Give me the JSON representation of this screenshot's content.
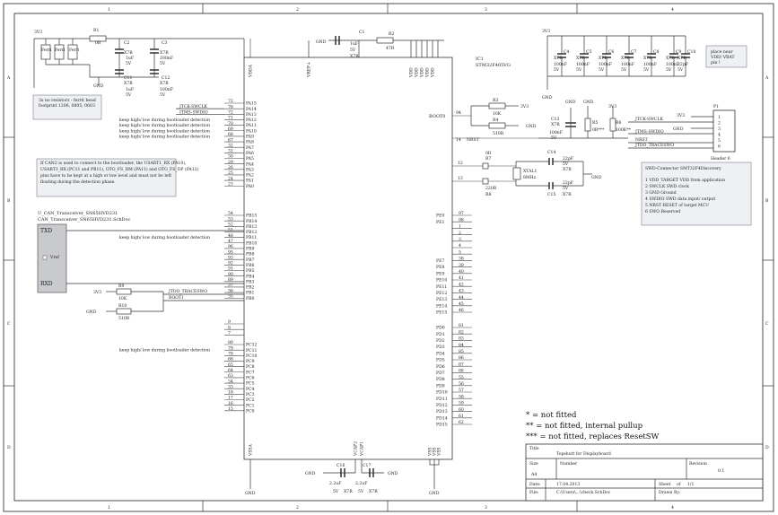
{
  "frame": {
    "columns": [
      "1",
      "2",
      "3",
      "4"
    ],
    "rows": [
      "A",
      "B",
      "C",
      "D"
    ]
  },
  "mcu": {
    "designator": "IC1",
    "part": "STM32F405VG",
    "left_pins": [
      {
        "num": "72",
        "name": "PA15"
      },
      {
        "num": "76",
        "name": "PA14"
      },
      {
        "num": "72",
        "name": "PA13"
      },
      {
        "num": "71",
        "name": "PA12"
      },
      {
        "num": "70",
        "name": "PA11"
      },
      {
        "num": "69",
        "name": "PA10"
      },
      {
        "num": "68",
        "name": "PA9"
      },
      {
        "num": "67",
        "name": "PA8"
      },
      {
        "num": "32",
        "name": "PA7"
      },
      {
        "num": "31",
        "name": "PA6"
      },
      {
        "num": "30",
        "name": "PA5"
      },
      {
        "num": "29",
        "name": "PA4"
      },
      {
        "num": "26",
        "name": "PA3"
      },
      {
        "num": "25",
        "name": "PA2"
      },
      {
        "num": "24",
        "name": "PA1"
      },
      {
        "num": "23",
        "name": "PA0"
      },
      {
        "num": "54",
        "name": "PB15"
      },
      {
        "num": "53",
        "name": "PB14"
      },
      {
        "num": "52",
        "name": "PB13"
      },
      {
        "num": "51",
        "name": "PB12"
      },
      {
        "num": "48",
        "name": "PB11"
      },
      {
        "num": "47",
        "name": "PB10"
      },
      {
        "num": "96",
        "name": "PB9"
      },
      {
        "num": "95",
        "name": "PB8"
      },
      {
        "num": "93",
        "name": "PB7"
      },
      {
        "num": "92",
        "name": "PB6"
      },
      {
        "num": "91",
        "name": "PB5"
      },
      {
        "num": "90",
        "name": "PB4"
      },
      {
        "num": "89",
        "name": "PB3"
      },
      {
        "num": "37",
        "name": "PB2"
      },
      {
        "num": "36",
        "name": "PB1"
      },
      {
        "num": "35",
        "name": "PB0"
      },
      {
        "num": "9",
        "name": ""
      },
      {
        "num": "8",
        "name": ""
      },
      {
        "num": "7",
        "name": ""
      },
      {
        "num": "80",
        "name": "PC12"
      },
      {
        "num": "79",
        "name": "PC11"
      },
      {
        "num": "78",
        "name": "PC10"
      },
      {
        "num": "66",
        "name": "PC9"
      },
      {
        "num": "65",
        "name": "PC8"
      },
      {
        "num": "64",
        "name": "PC7"
      },
      {
        "num": "63",
        "name": "PC6"
      },
      {
        "num": "34",
        "name": "PC5"
      },
      {
        "num": "33",
        "name": "PC4"
      },
      {
        "num": "18",
        "name": "PC3"
      },
      {
        "num": "17",
        "name": "PC2"
      },
      {
        "num": "16",
        "name": "PC1"
      },
      {
        "num": "15",
        "name": "PC0"
      }
    ],
    "right_pins_pe": [
      {
        "num": "97",
        "name": "PE0"
      },
      {
        "num": "98",
        "name": "PE1"
      },
      {
        "num": "1",
        "name": ""
      },
      {
        "num": "2",
        "name": ""
      },
      {
        "num": "3",
        "name": ""
      },
      {
        "num": "4",
        "name": ""
      },
      {
        "num": "5",
        "name": ""
      },
      {
        "num": "38",
        "name": "PE7"
      },
      {
        "num": "39",
        "name": "PE8"
      },
      {
        "num": "40",
        "name": "PE9"
      },
      {
        "num": "41",
        "name": "PE10"
      },
      {
        "num": "42",
        "name": "PE11"
      },
      {
        "num": "43",
        "name": "PE12"
      },
      {
        "num": "44",
        "name": "PE13"
      },
      {
        "num": "45",
        "name": "PE14"
      },
      {
        "num": "46",
        "name": "PE15"
      }
    ],
    "right_pins_pd": [
      {
        "num": "81",
        "name": "PD0"
      },
      {
        "num": "82",
        "name": "PD1"
      },
      {
        "num": "83",
        "name": "PD2"
      },
      {
        "num": "84",
        "name": "PD3"
      },
      {
        "num": "85",
        "name": "PD4"
      },
      {
        "num": "86",
        "name": "PD5"
      },
      {
        "num": "87",
        "name": "PD6"
      },
      {
        "num": "88",
        "name": "PD7"
      },
      {
        "num": "55",
        "name": "PD8"
      },
      {
        "num": "56",
        "name": "PD9"
      },
      {
        "num": "57",
        "name": "PD10"
      },
      {
        "num": "58",
        "name": "PD11"
      },
      {
        "num": "59",
        "name": "PD12"
      },
      {
        "num": "60",
        "name": "PD13"
      },
      {
        "num": "61",
        "name": "PD14"
      },
      {
        "num": "62",
        "name": "PD15"
      }
    ],
    "top_pins": [
      "VDDA",
      "VREF+",
      "VDD",
      "VDD",
      "VDD",
      "VDD",
      "VDD"
    ],
    "boot0": "BOOT0",
    "nrst": "NRST",
    "bottom_pins": [
      "VSSA",
      "VCAP2",
      "VCAP1",
      "VSS",
      "VSS",
      "VSS"
    ]
  },
  "nets": {
    "v3v3": "3V3",
    "gnd": "GND",
    "jtck": "JTCK-SWCLK",
    "jtms": "JTMS-SWDIO",
    "nrst": "NRST",
    "jtdo": "JTDO_TRACESWO",
    "boot1": "BOOT1",
    "rxd": "RXD",
    "txd": "TXD",
    "vref": "Vref",
    "pin94": "94",
    "pin14": "14",
    "pin12": "12",
    "pin13": "13"
  },
  "notes": {
    "keep": "keep high/ low during bootloader detection",
    "ferrite": "3x no resistors - ferrit bead footprint 1206, 0805, 0603",
    "can2": "If CAN2 is used to connect to the bootloader, the USART1_RX (PA10), USART3_RX (PC11 and PB11), OTG_FS_DM (PA11) and OTG_FS_DP (PA12) pins have to be kept at a high or low level and must not be left floating during the detection phase.",
    "place_near": "place near VDD/ VBAT pin !",
    "transceiver_1": "U_CAN_Transceiver_SN65HVD231",
    "transceiver_2": "CAN_Transceiver_SN65HVD231.SchDoc",
    "swd_title": "SWD-Connector SMT32F4Discovery",
    "swd_lines": [
      "1 VDD_TARGET VDD from application",
      "2 SWCLK SWD clock",
      "3 GND Ground",
      "4 SWDIO SWD data input/ output",
      "5 NRST RESET of target MCU",
      "6 SWO Reserved"
    ],
    "legend": [
      "* = not fitted",
      "** = not fitted, internal pullup",
      "*** = not fitted, replaces ResetSW"
    ]
  },
  "parts": {
    "r1": {
      "ref": "R1",
      "val": "0R"
    },
    "r2": {
      "ref": "R2",
      "val": "47R"
    },
    "r3": {
      "ref": "R3",
      "val": "10K"
    },
    "r4": {
      "ref": "R4",
      "val": "510R"
    },
    "r5": {
      "ref": "R5",
      "val": "0R***"
    },
    "r6": {
      "ref": "R6",
      "val": "100K**"
    },
    "r7": {
      "ref": "R7",
      "val": "0R"
    },
    "r8": {
      "ref": "R8",
      "val": "220R"
    },
    "r9": {
      "ref": "R9",
      "val": "10K"
    },
    "r10": {
      "ref": "R10",
      "val": "510R"
    },
    "xtal": {
      "ref": "XTAL1",
      "val": "8MHz"
    },
    "header": {
      "ref": "P1",
      "val": "Header 6"
    },
    "c1": {
      "ref": "C1",
      "val": "1uF",
      "v": "5V",
      "d": "X7R"
    },
    "c2": {
      "ref": "C2",
      "d": "X7R",
      "val": "1uF",
      "v": "5V"
    },
    "c3": {
      "ref": "C3",
      "d": "X7R",
      "val": "100nF",
      "v": "5V"
    },
    "c11": {
      "ref": "C11",
      "d": "X7R",
      "val": "1uF",
      "v": "5V"
    },
    "c12": {
      "ref": "C12",
      "d": "X7R",
      "val": "100nF",
      "v": "5V"
    },
    "c13": {
      "ref": "C13",
      "d": "X7R",
      "val": "100nF",
      "v": "5V"
    },
    "c14": {
      "ref": "C14",
      "val": "22pF",
      "v": "5V",
      "d": "X7R"
    },
    "c15": {
      "ref": "C15",
      "val": "22pF",
      "v": "5V",
      "d": "X7R"
    },
    "c16": {
      "ref": "C16",
      "val": "2.2uF",
      "v": "5V",
      "d": "X7R"
    },
    "c17": {
      "ref": "C17",
      "val": "2.2uF",
      "v": "5V",
      "d": "X7R"
    },
    "cbank": [
      {
        "ref": "C4",
        "d": "X7R",
        "val": "100nF",
        "v": "5V"
      },
      {
        "ref": "C5",
        "d": "X7R",
        "val": "100nF",
        "v": "5V"
      },
      {
        "ref": "C6",
        "d": "X7R",
        "val": "100nF",
        "v": "5V"
      },
      {
        "ref": "C7",
        "d": "X7R",
        "val": "100nF",
        "v": "5V"
      },
      {
        "ref": "C8",
        "d": "X7R",
        "val": "100nF",
        "v": "5V"
      },
      {
        "ref": "C9",
        "d": "X7R",
        "val": "100nF",
        "v": "5V"
      },
      {
        "ref": "C10",
        "d": "X7R",
        "val": "22pF",
        "v": "5V"
      }
    ],
    "ferrite_labels": [
      "Ferri",
      "Ferri",
      "Ferri"
    ],
    "swd_conn_pins": [
      "1",
      "2",
      "3",
      "4",
      "5",
      "6"
    ]
  },
  "title_block": {
    "title_label": "Title",
    "title_value": "Topshutt for Displayboard",
    "size_label": "Size",
    "size_value": "A4",
    "number_label": "Number",
    "revision_label": "Revision",
    "revision_value": "0.1",
    "date_label": "Date:",
    "date_value": "17.04.2013",
    "sheet_label": "Sheet",
    "sheet_value": "of",
    "sheet_num": "1/1",
    "file_label": "File:",
    "file_value": "C:\\Users\\...\\check.SchDoc",
    "drawn_label": "Drawn By:"
  }
}
